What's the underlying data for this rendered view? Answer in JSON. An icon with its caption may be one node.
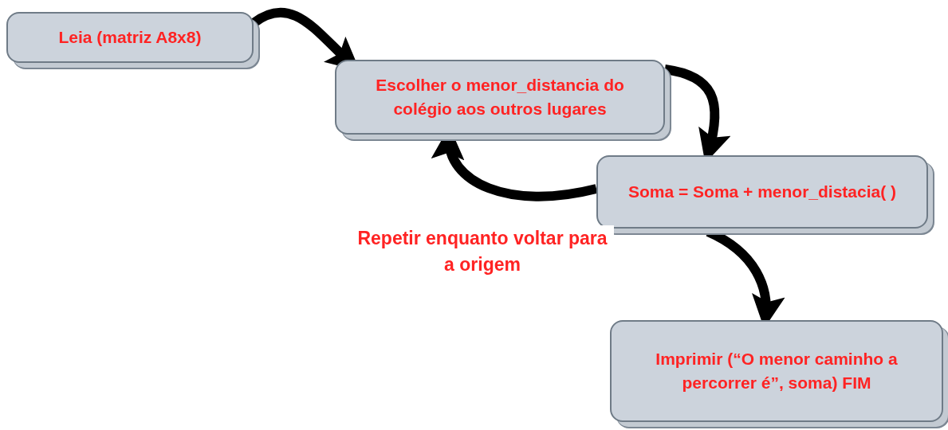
{
  "diagram": {
    "nodes": [
      {
        "text": [
          "Leia (matriz A8x8)"
        ]
      },
      {
        "text": [
          "Escolher o menor_distancia do colégio aos outros lugares"
        ]
      },
      {
        "text": [
          "Soma = Soma + menor_distacia( )"
        ]
      },
      {
        "text": [
          "Imprimir (“O menor caminho a percorrer é”, soma) FIM"
        ]
      }
    ],
    "edges": [
      {
        "from": 0,
        "to": 1,
        "arrow": "to"
      },
      {
        "from": 1,
        "to": 2,
        "arrow": "to"
      },
      {
        "from": 2,
        "to": 1,
        "arrow": "to",
        "label": "Repetir enquanto voltar para a origem"
      },
      {
        "from": 2,
        "to": 3,
        "arrow": "to"
      }
    ]
  }
}
